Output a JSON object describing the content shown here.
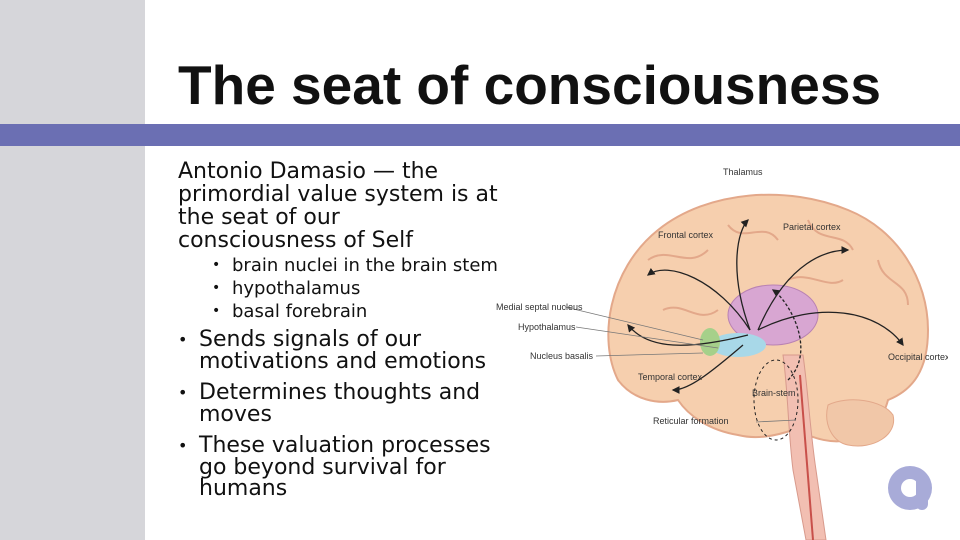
{
  "slide": {
    "title": "The seat of consciousness",
    "lead": "Antonio Damasio — the primordial value system is at the seat of our consciousness of Self",
    "sub_bullets": [
      "brain nuclei in the brain stem",
      "hypothalamus",
      "basal forebrain"
    ],
    "main_bullets": [
      "Sends signals of our motivations and emotions",
      "Determines thoughts and moves",
      "These valuation processes go beyond survival for humans"
    ]
  },
  "figure": {
    "labels": {
      "thalamus": "Thalamus",
      "frontal": "Frontal cortex",
      "parietal": "Parietal cortex",
      "medial_septal": "Medial septal nucleus",
      "hypothalamus": "Hypothalamus",
      "nucleus_basalis": "Nucleus basalis",
      "temporal": "Temporal cortex",
      "occipital": "Occipital cortex",
      "brain_stem": "Brain-stem",
      "reticular": "Reticular formation"
    }
  },
  "colors": {
    "title_bar": "#6b6fb3",
    "side_strip": "#d6d6da",
    "cortex_fill": "#f6cfae",
    "thalamus_fill": "#d8a6d2",
    "hypothalamus_fill": "#a8d8e8",
    "septal_fill": "#a6d08a",
    "logo": "#a8abd8"
  },
  "logo": {
    "icon": "a-logo-icon"
  }
}
